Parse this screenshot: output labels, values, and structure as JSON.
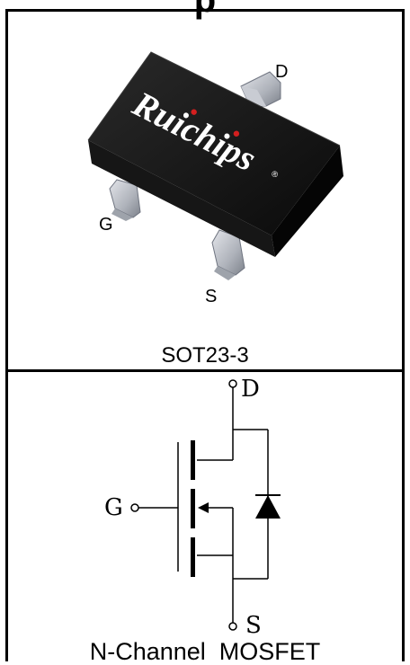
{
  "top_title_fragment": "p",
  "package": {
    "logo_text": "Ruichips",
    "registered_mark": "®",
    "pins": {
      "d": "D",
      "g": "G",
      "s": "S"
    },
    "label": "SOT23-3"
  },
  "schematic": {
    "drain": "D",
    "gate": "G",
    "source": "S",
    "caption": "N-Channel  MOSFET"
  },
  "colors": {
    "body": "#111111",
    "lead": "#b8bcc4",
    "logo_red": "#d31f1f",
    "line": "#000000"
  }
}
